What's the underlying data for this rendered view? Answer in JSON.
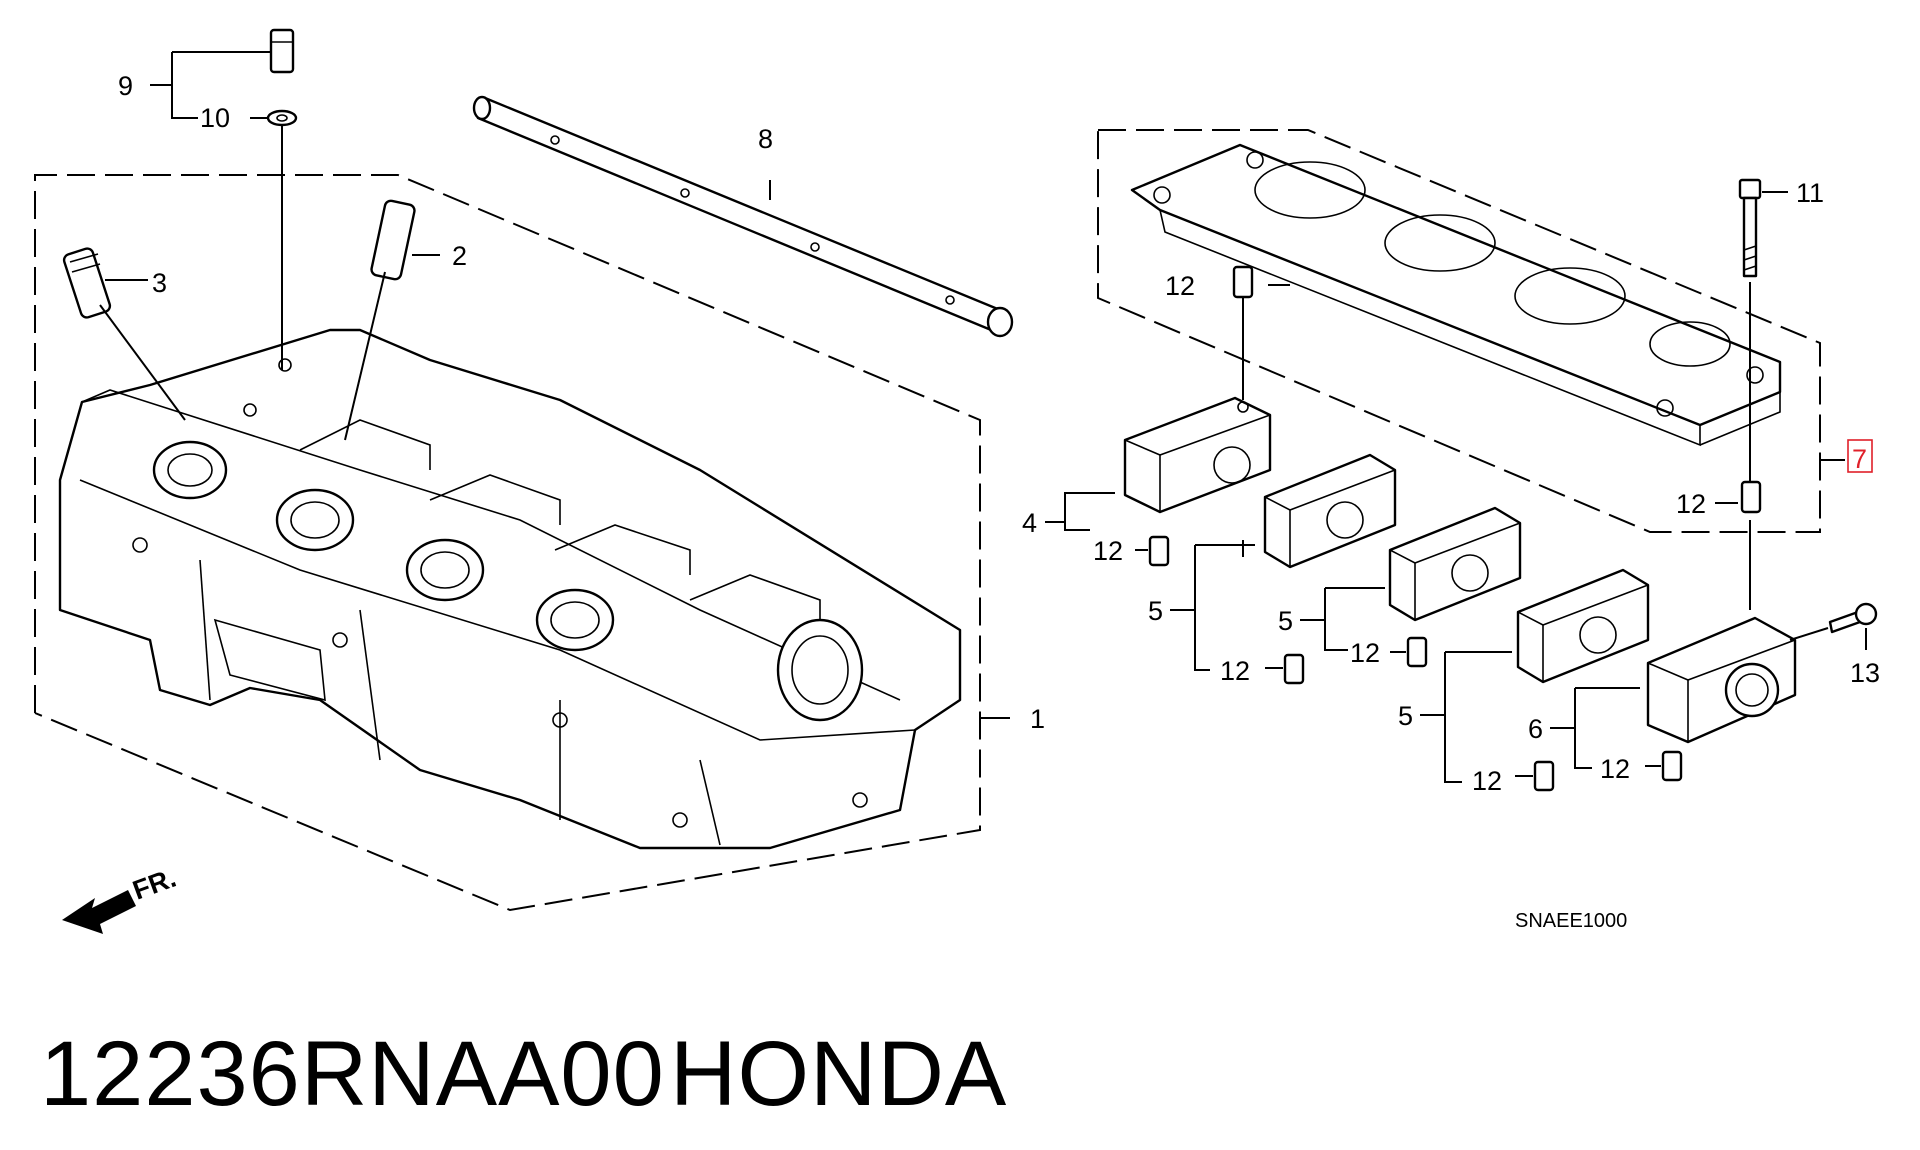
{
  "diagram": {
    "callouts": {
      "c1": "1",
      "c2": "2",
      "c3": "3",
      "c4": "4",
      "c5a": "5",
      "c5b": "5",
      "c5c": "5",
      "c6": "6",
      "c7": "7",
      "c8": "8",
      "c9": "9",
      "c10": "10",
      "c11": "11",
      "c12a": "12",
      "c12b": "12",
      "c12c": "12",
      "c12d": "12",
      "c12e": "12",
      "c12f": "12",
      "c12g": "12",
      "c13": "13"
    },
    "front_label": "FR.",
    "ref_code": "SNAEE1000",
    "highlight_color": "#e0202a"
  },
  "caption": {
    "part_number": "12236RNAA00",
    "brand": "HONDA"
  }
}
